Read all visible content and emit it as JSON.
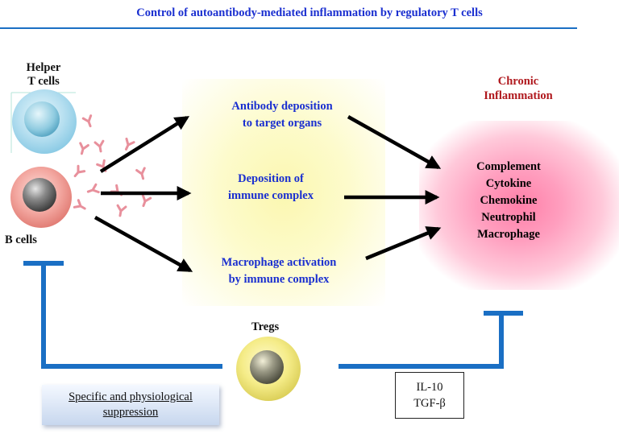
{
  "title": "Control of autoantibody-mediated inflammation by regulatory T cells",
  "cells": {
    "helper_line1": "Helper",
    "helper_line2": "T cells",
    "b_cells": "B cells",
    "tregs": "Tregs"
  },
  "mechanisms": {
    "m1_line1": "Antibody deposition",
    "m1_line2": "to target organs",
    "m2_line1": "Deposition of",
    "m2_line2": "immune complex",
    "m3_line1": "Macrophage activation",
    "m3_line2": "by immune complex"
  },
  "outcome": {
    "chronic_line1": "Chronic",
    "chronic_line2": "Inflammation",
    "mediators": [
      "Complement",
      "Cytokine",
      "Chemokine",
      "Neutrophil",
      "Macrophage"
    ]
  },
  "suppression": {
    "line1": "Specific and physiological",
    "line2": "suppression"
  },
  "cytokines": {
    "line1": "IL-10",
    "line2": "TGF-β"
  },
  "colors": {
    "title": "#1a2fd0",
    "inhibition_bar": "#1a6fc4",
    "chronic": "#b0191e",
    "antibody": "#e8909c"
  }
}
